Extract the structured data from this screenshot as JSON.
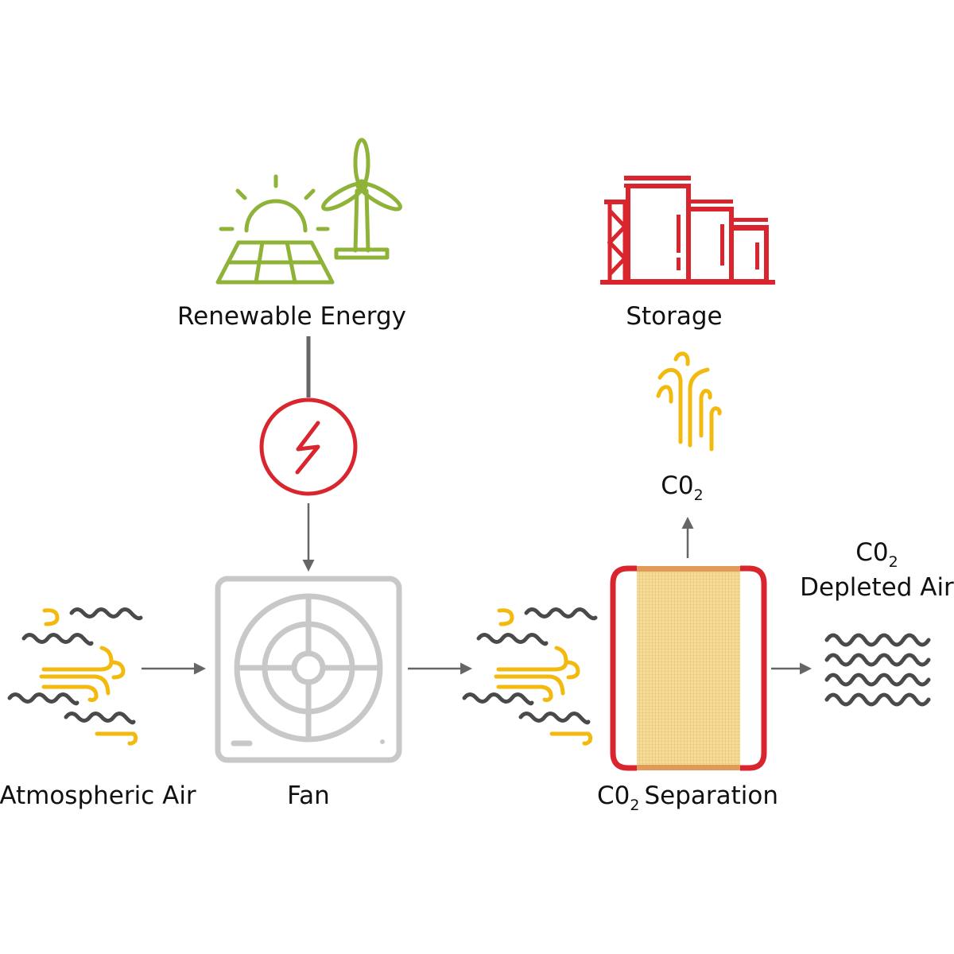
{
  "labels": {
    "renewable": "Renewable Energy",
    "storage": "Storage",
    "co2_top": {
      "main": "C0",
      "sub": "2"
    },
    "depleted": {
      "main": "C0",
      "sub": "2",
      "line2": "Depleted Air"
    },
    "atmospheric": "Atmospheric Air",
    "fan": "Fan",
    "separation": {
      "main": "C0",
      "sub": "2",
      "suffix": "Separation"
    }
  },
  "colors": {
    "green": "#8fb339",
    "red": "#d9262e",
    "yellow": "#f2b90f",
    "grey": "#c8c8c8",
    "dark": "#4a4a4a"
  },
  "icons": [
    "solar-panel-icon",
    "wind-turbine-icon",
    "storage-tanks-icon",
    "lightning-icon",
    "fan-icon",
    "wind-icon",
    "co2-rising-icon",
    "depleted-air-icon",
    "separation-filter-icon"
  ]
}
